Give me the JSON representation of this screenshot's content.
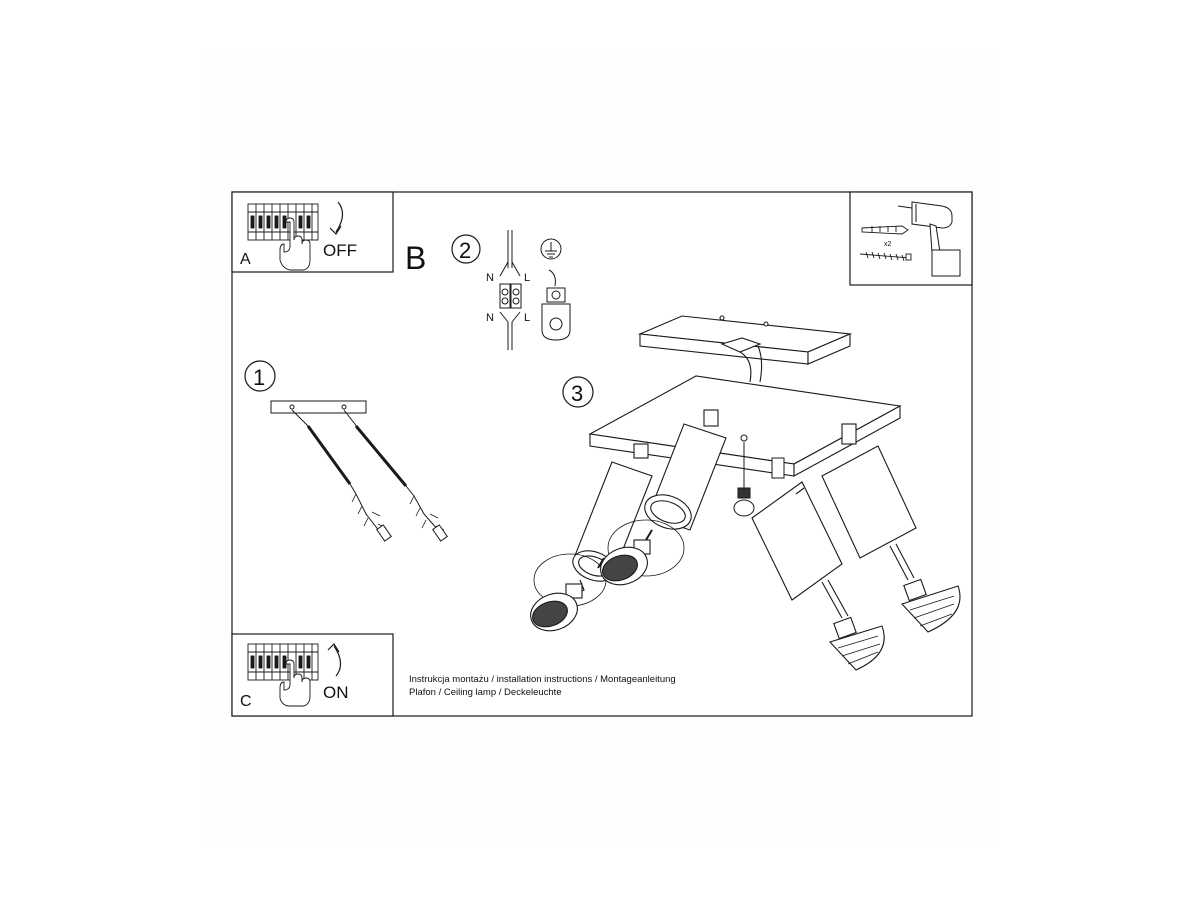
{
  "panels": {
    "a": {
      "letter": "A",
      "state_label": "OFF"
    },
    "b": {
      "letter": "B"
    },
    "c": {
      "letter": "C",
      "state_label": "ON"
    }
  },
  "steps": {
    "step1": "1",
    "step2": "2",
    "step3": "3"
  },
  "wiring": {
    "neutral_top": "N",
    "live_top": "L",
    "neutral_bottom": "N",
    "live_bottom": "L"
  },
  "tools": {
    "dowel_count": "x2"
  },
  "caption": {
    "line1": "Instrukcja montażu / installation instructions / Montageanleitung",
    "line2": "Plafon / Ceiling lamp / Deckeleuchte"
  },
  "colors": {
    "line": "#1a1a1a",
    "background": "#ffffff",
    "page_tint": "#fdfdfb"
  }
}
